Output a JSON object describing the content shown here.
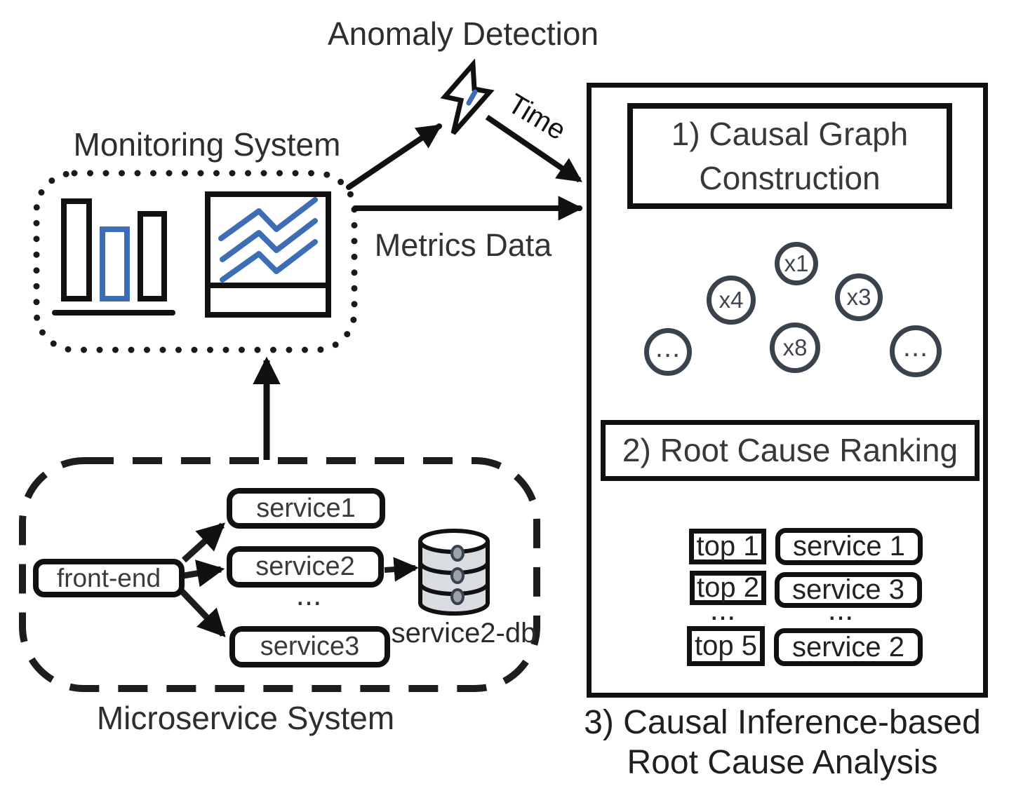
{
  "anomaly": {
    "label": "Anomaly Detection"
  },
  "monitoring": {
    "label": "Monitoring System"
  },
  "flows": {
    "time": "Time",
    "metrics": "Metrics Data"
  },
  "microservice": {
    "caption": "Microservice System",
    "frontend": "front-end",
    "service1": "service1",
    "service2": "service2",
    "service3": "service3",
    "more_services": "...",
    "database": "service2-db"
  },
  "analysis": {
    "step1": "1) Causal Graph Construction",
    "step2": "2) Root Cause Ranking",
    "caption_line1": "3) Causal Inference-based",
    "caption_line2": "Root Cause Analysis",
    "graph": {
      "x1": "x1",
      "x4": "x4",
      "x3": "x3",
      "x8": "x8",
      "left_more": "...",
      "right_more": "..."
    },
    "ranking": [
      {
        "rank": "top 1",
        "service": "service 1"
      },
      {
        "rank": "top 2",
        "service": "service 3"
      },
      {
        "rank": "top 5",
        "service": "service 2"
      }
    ],
    "ranking_more_left": "...",
    "ranking_more_right": "..."
  },
  "colors": {
    "accent_blue": "#3d6eb5",
    "graph_node_stroke": "#3a424e",
    "outline_black": "#111111",
    "database_fill": "#d9dce1"
  }
}
